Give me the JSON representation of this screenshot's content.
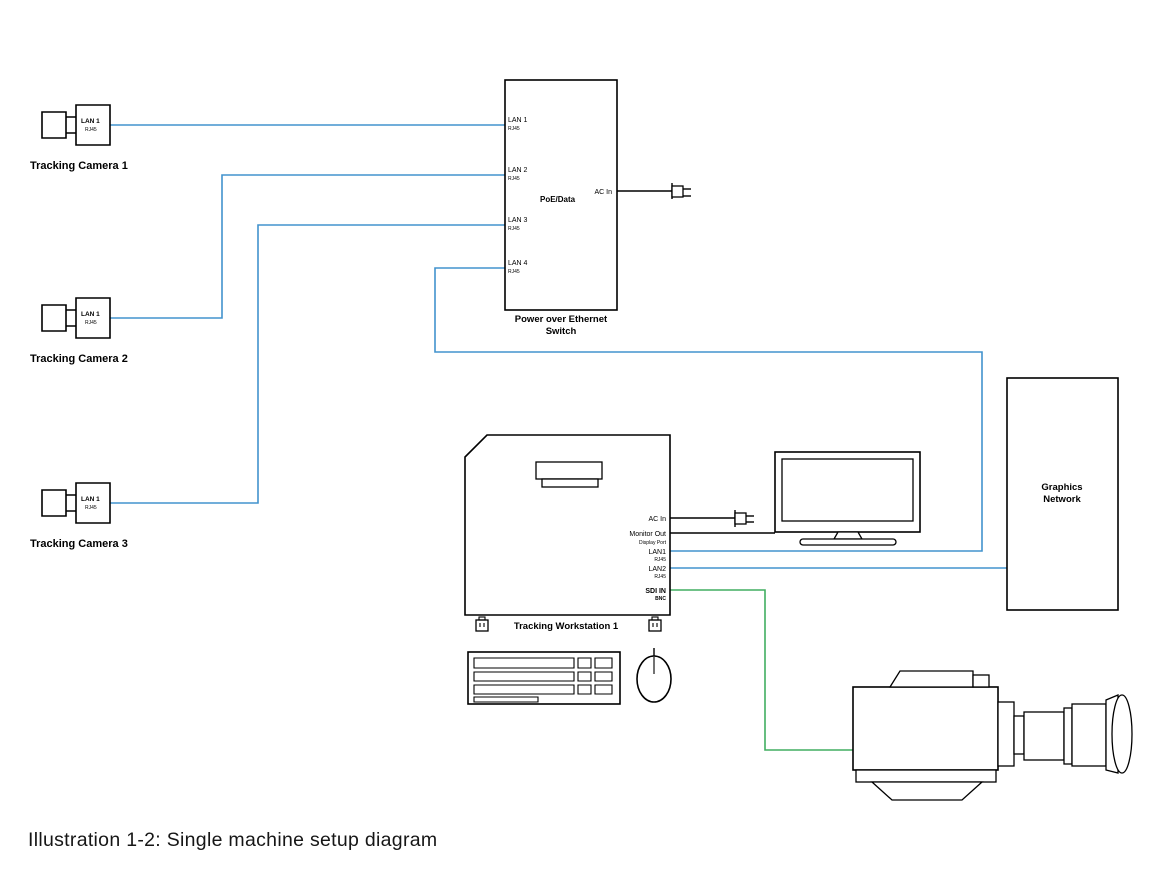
{
  "caption": "Illustration 1-2: Single machine setup diagram",
  "colors": {
    "lan_line": "#4293CD",
    "sdi_line": "#41AE60"
  },
  "cameras": [
    {
      "label": "Tracking Camera 1",
      "port": "LAN 1",
      "port_sub": "RJ45"
    },
    {
      "label": "Tracking Camera 2",
      "port": "LAN 1",
      "port_sub": "RJ45"
    },
    {
      "label": "Tracking Camera 3",
      "port": "LAN 1",
      "port_sub": "RJ45"
    }
  ],
  "poe_switch": {
    "title_line1": "Power over Ethernet",
    "title_line2": "Switch",
    "center_label": "PoE/Data",
    "ac_port_label": "AC In",
    "ports": [
      {
        "label": "LAN 1",
        "sub": "RJ45"
      },
      {
        "label": "LAN 2",
        "sub": "RJ45"
      },
      {
        "label": "LAN 3",
        "sub": "RJ45"
      },
      {
        "label": "LAN 4",
        "sub": "RJ45"
      }
    ]
  },
  "workstation": {
    "title": "Tracking Workstation 1",
    "ports": {
      "ac": {
        "label": "AC In"
      },
      "monitor": {
        "label": "Monitor Out",
        "sub": "Display Port"
      },
      "lan1": {
        "label": "LAN1",
        "sub": "RJ45"
      },
      "lan2": {
        "label": "LAN2",
        "sub": "RJ45"
      },
      "sdi": {
        "label": "SDI IN",
        "sub": "BNC"
      }
    }
  },
  "graphics_network": {
    "title_line1": "Graphics",
    "title_line2": "Network"
  }
}
